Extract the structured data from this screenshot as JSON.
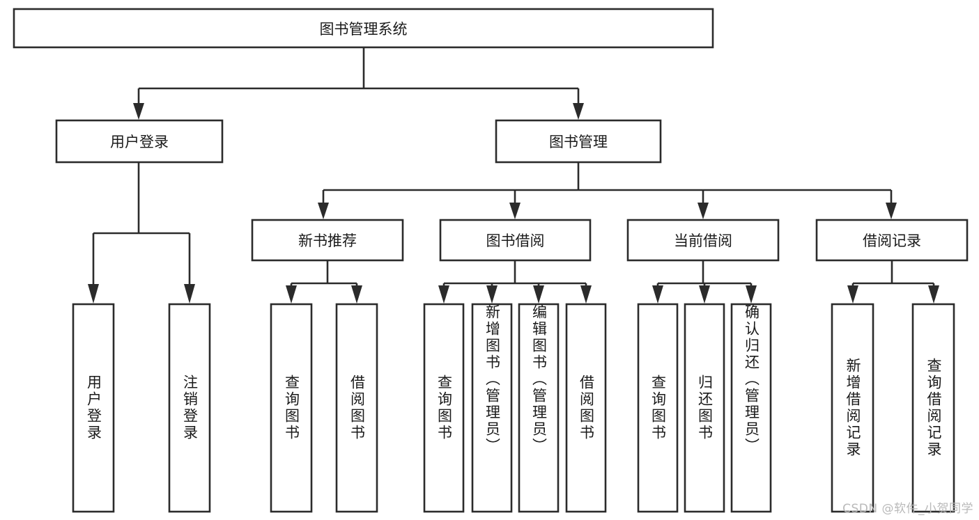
{
  "diagram": {
    "title": "图书管理系统",
    "type": "tree-hierarchy",
    "orientation": "top-down",
    "line_color": "#2b2b2b",
    "box_fill": "#ffffff",
    "text_color": "#1a1a1a"
  },
  "nodes": {
    "root": {
      "label": "图书管理系统"
    },
    "level2": [
      {
        "id": "user-login",
        "label": "用户登录"
      },
      {
        "id": "book-manage",
        "label": "图书管理"
      }
    ],
    "level3": [
      {
        "id": "new-book-recommend",
        "label": "新书推荐"
      },
      {
        "id": "book-borrow",
        "label": "图书借阅"
      },
      {
        "id": "current-borrow",
        "label": "当前借阅"
      },
      {
        "id": "borrow-record",
        "label": "借阅记录"
      }
    ],
    "leaves": {
      "user-login": [
        {
          "id": "leaf-user-login",
          "label": "用户登录"
        },
        {
          "id": "leaf-user-logout",
          "label": "注销登录"
        }
      ],
      "new-book-recommend": [
        {
          "id": "leaf-query-book-1",
          "label": "查询图书"
        },
        {
          "id": "leaf-borrow-book-1",
          "label": "借阅图书"
        }
      ],
      "book-borrow": [
        {
          "id": "leaf-query-book-2",
          "label": "查询图书"
        },
        {
          "id": "leaf-add-book",
          "label": "新增图书（管理员）"
        },
        {
          "id": "leaf-edit-book",
          "label": "编辑图书（管理员）"
        },
        {
          "id": "leaf-borrow-book-2",
          "label": "借阅图书"
        }
      ],
      "current-borrow": [
        {
          "id": "leaf-query-book-3",
          "label": "查询图书"
        },
        {
          "id": "leaf-return-book",
          "label": "归还图书"
        },
        {
          "id": "leaf-confirm-return",
          "label": "确认归还（管理员）"
        }
      ],
      "borrow-record": [
        {
          "id": "leaf-add-record",
          "label": "新增借阅记录"
        },
        {
          "id": "leaf-query-record",
          "label": "查询借阅记录"
        }
      ]
    }
  },
  "watermark": {
    "text": "CSDN @软件_小贺同学"
  }
}
